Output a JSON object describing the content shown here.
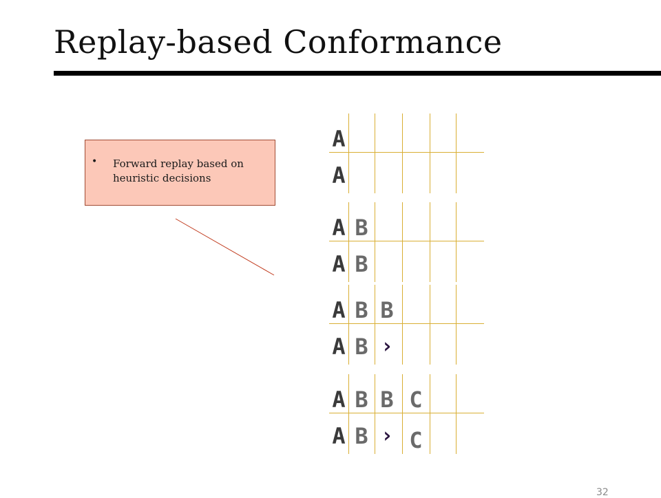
{
  "title": "Replay-based Conformance",
  "note": {
    "bullet": "•",
    "text": "Forward replay based on heuristic decisions"
  },
  "colors": {
    "grid_line": "#d9ae33",
    "note_fill": "#fcc8b8",
    "note_border": "#a04a32",
    "connector": "#c0391b",
    "model_move_glyph": "#2b1540"
  },
  "steps": [
    {
      "log_row": [
        "A",
        "",
        "",
        "",
        ""
      ],
      "model_row": [
        "A",
        "",
        "",
        "",
        ""
      ]
    },
    {
      "log_row": [
        "A",
        "B",
        "",
        "",
        ""
      ],
      "model_row": [
        "A",
        "B",
        "",
        "",
        ""
      ]
    },
    {
      "log_row": [
        "A",
        "B",
        "B",
        "",
        ""
      ],
      "model_row": [
        "A",
        "B",
        "›",
        "",
        ""
      ]
    },
    {
      "log_row": [
        "A",
        "B",
        "B",
        "C",
        ""
      ],
      "model_row": [
        "A",
        "B",
        "›",
        "C",
        ""
      ]
    }
  ],
  "page_number": "32"
}
